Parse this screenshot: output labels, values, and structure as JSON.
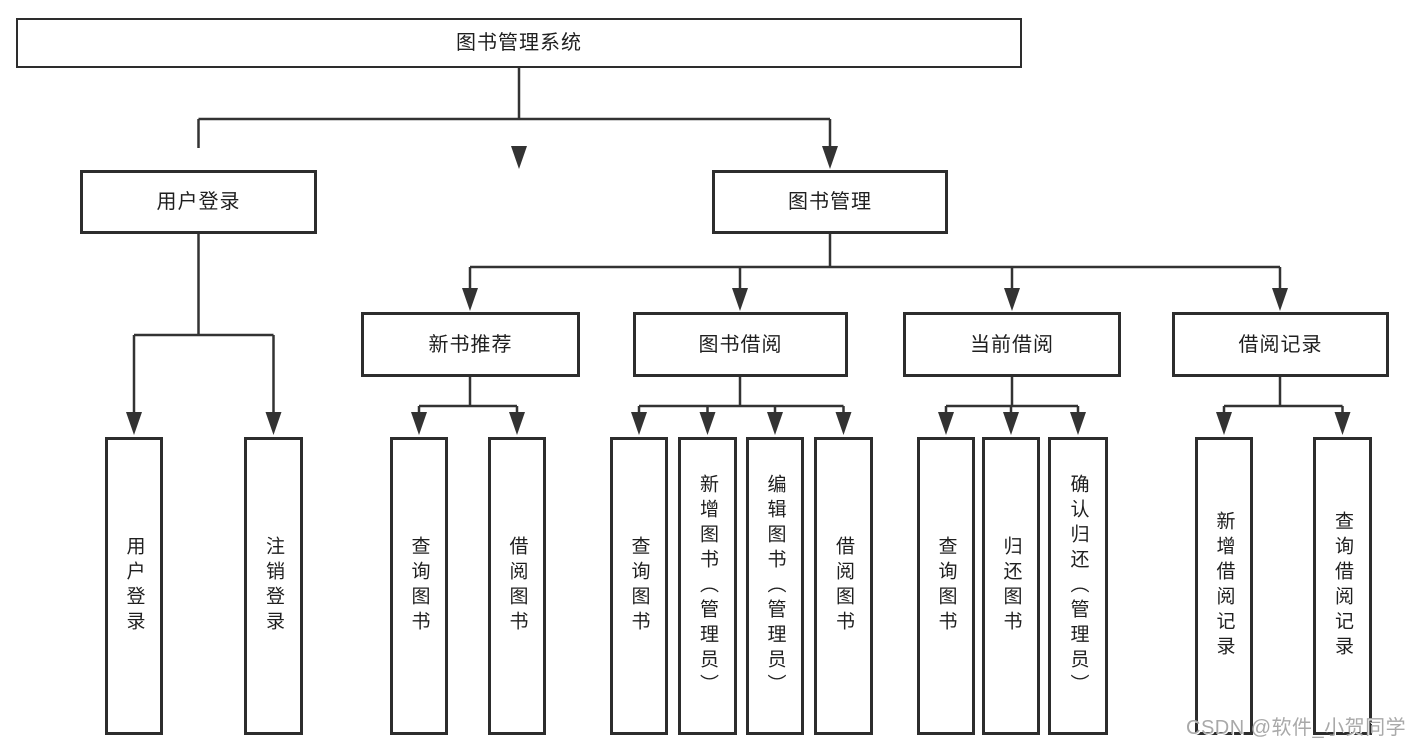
{
  "tree": {
    "root": {
      "label": "图书管理系统"
    },
    "branches": [
      {
        "label": "用户登录",
        "children": [
          {
            "label": "用户登录"
          },
          {
            "label": "注销登录"
          }
        ]
      },
      {
        "label": "图书管理",
        "children": [
          {
            "label": "新书推荐",
            "children": [
              {
                "label": "查询图书"
              },
              {
                "label": "借阅图书"
              }
            ]
          },
          {
            "label": "图书借阅",
            "children": [
              {
                "label": "查询图书"
              },
              {
                "label": "新增图书（管理员）"
              },
              {
                "label": "编辑图书（管理员）"
              },
              {
                "label": "借阅图书"
              }
            ]
          },
          {
            "label": "当前借阅",
            "children": [
              {
                "label": "查询图书"
              },
              {
                "label": "归还图书"
              },
              {
                "label": "确认归还（管理员）"
              }
            ]
          },
          {
            "label": "借阅记录",
            "children": [
              {
                "label": "新增借阅记录"
              },
              {
                "label": "查询借阅记录"
              }
            ]
          }
        ]
      }
    ]
  },
  "watermark": {
    "text": "CSDN @软件_小贺同学"
  },
  "colors": {
    "line": "#333333",
    "box_border": "#2d2d2d",
    "text": "#1f1f1f",
    "background": "#ffffff",
    "watermark": "#a9a9a9"
  }
}
